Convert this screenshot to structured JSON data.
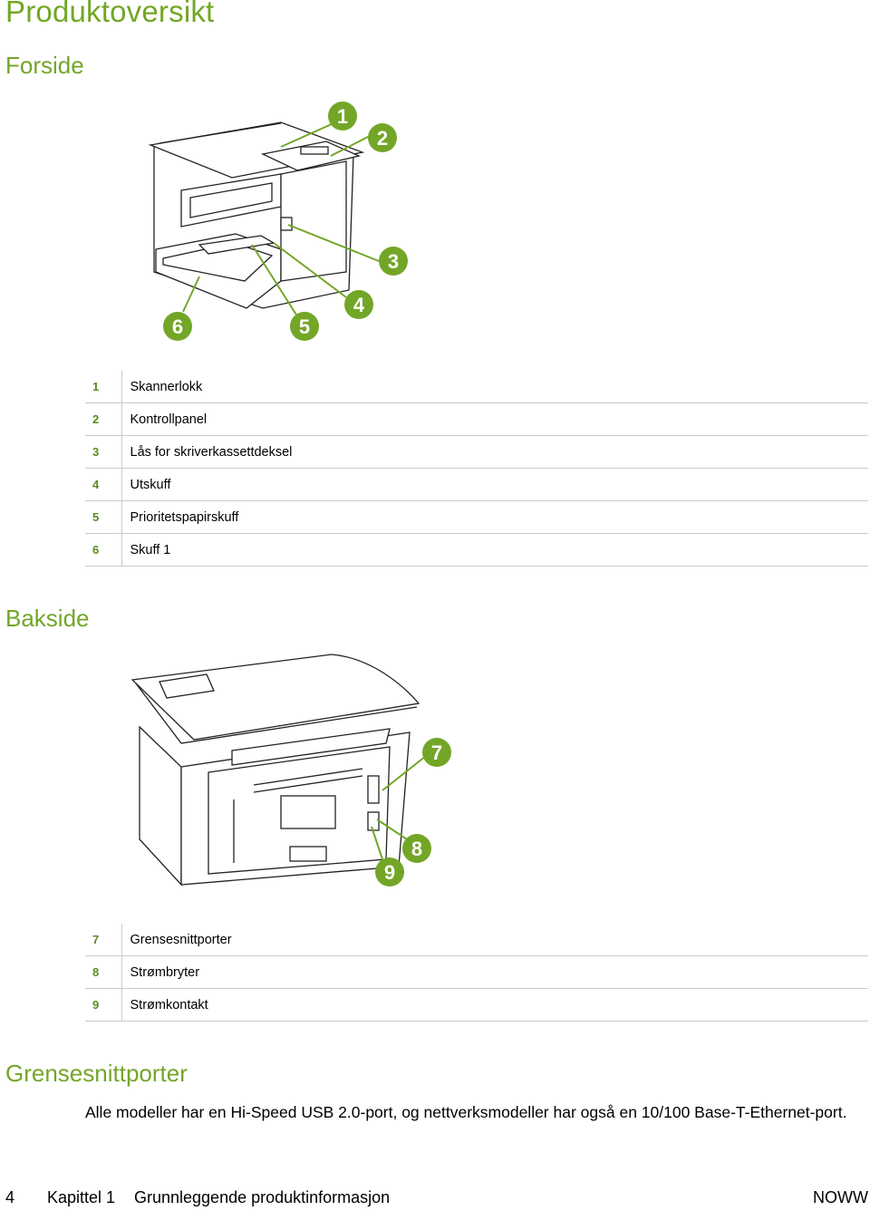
{
  "page_title": "Produktoversikt",
  "front": {
    "heading": "Forside",
    "callouts": [
      {
        "num": "1",
        "label": "Skannerlokk"
      },
      {
        "num": "2",
        "label": "Kontrollpanel"
      },
      {
        "num": "3",
        "label": "Lås for skriverkassettdeksel"
      },
      {
        "num": "4",
        "label": "Utskuff"
      },
      {
        "num": "5",
        "label": "Prioritetspapirskuff"
      },
      {
        "num": "6",
        "label": "Skuff 1"
      }
    ]
  },
  "back": {
    "heading": "Bakside",
    "callouts": [
      {
        "num": "7",
        "label": "Grensesnittporter"
      },
      {
        "num": "8",
        "label": "Strømbryter"
      },
      {
        "num": "9",
        "label": "Strømkontakt"
      }
    ]
  },
  "ports": {
    "heading": "Grensesnittporter",
    "text": "Alle modeller har en Hi-Speed USB 2.0-port, og nettverksmodeller har også en 10/100 Base-T-Ethernet-port."
  },
  "footer": {
    "page_number": "4",
    "chapter": "Kapittel 1",
    "chapter_title": "Grunnleggende produktinformasjon",
    "code": "NOWW"
  },
  "colors": {
    "heading": "#73a627",
    "badge": "#73a627"
  }
}
